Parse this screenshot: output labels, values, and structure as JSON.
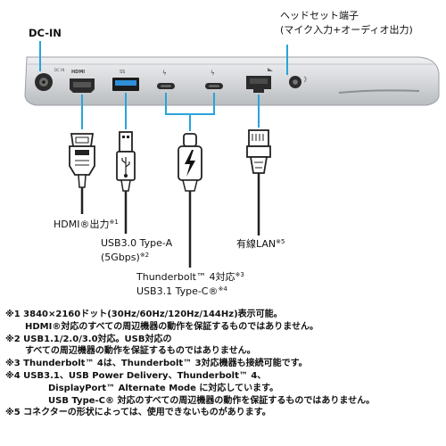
{
  "labels": {
    "dc_in": "DC-IN",
    "headset_line1": "ヘッドセット端子",
    "headset_line2": "(マイク入力+オーディオ出力)",
    "hdmi": "HDMI®出力",
    "hdmi_mark": "※1",
    "usb_a_line1": "USB3.0 Type-A",
    "usb_a_line2": "(5Gbps)",
    "usb_a_mark": "※2",
    "tb_line1": "Thunderbolt™ 4対応",
    "tb_mark1": "※3",
    "tb_line2": "USB3.1 Type-C®",
    "tb_mark2": "※4",
    "lan": "有線LAN",
    "lan_mark": "※5"
  },
  "port_marks": {
    "dc": "DC IN",
    "hdmi": "HDMI",
    "usb": "SS",
    "tb1": "ϟ",
    "tb2": "ϟ"
  },
  "notes": [
    {
      "text": "※1 3840×2160ドット(30Hz/60Hz/120Hz/144Hz)表示可能。",
      "indent": 0
    },
    {
      "text": "HDMI®対応のすべての周辺機器の動作を保証するものではありません。",
      "indent": 1
    },
    {
      "text": "※2 USB1.1/2.0/3.0対応。USB対応の",
      "indent": 0
    },
    {
      "text": "すべての周辺機器の動作を保証するものではありません。",
      "indent": 1
    },
    {
      "text": "※3 Thunderbolt™ 4は、Thunderbolt™ 3対応機器も接続可能です。",
      "indent": 0
    },
    {
      "text": "※4 USB3.1、USB Power Delivery、Thunderbolt™ 4、",
      "indent": 0
    },
    {
      "text": "DisplayPort™ Alternate Mode に対応しています。",
      "indent": 2
    },
    {
      "text": "USB Type-C® 対応のすべての周辺機器の動作を保証するものではありません。",
      "indent": 2
    },
    {
      "text": "※5 コネクターの形状によっては、使用できないものがあります。",
      "indent": 0
    }
  ],
  "colors": {
    "chassis": "#d5d7da",
    "chassis_edge": "#a9acb1",
    "port_dark": "#2b2b2b",
    "usb_blue": "#2f8fd8",
    "cable": "#222222",
    "leader": "#29a3dc"
  }
}
